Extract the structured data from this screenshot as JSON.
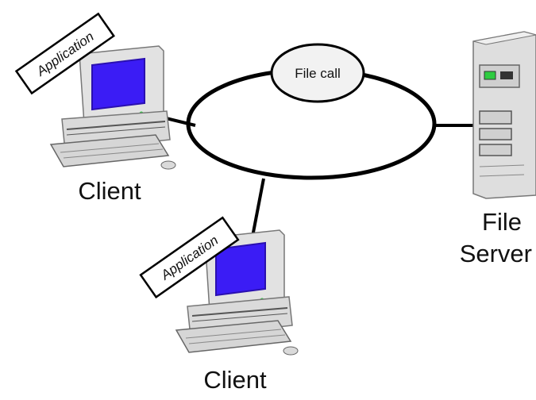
{
  "network": {
    "message_label": "File call"
  },
  "clients": [
    {
      "caption": "Client",
      "application_label": "Application"
    },
    {
      "caption": "Client",
      "application_label": "Application"
    }
  ],
  "server": {
    "caption_line1": "File",
    "caption_line2": "Server"
  },
  "colors": {
    "screen": "#3b1cf5",
    "screen_edge": "#2a10b0",
    "machine": "#e2e2e2",
    "machine_shadow": "#b9b9b9",
    "cable": "#000000"
  }
}
